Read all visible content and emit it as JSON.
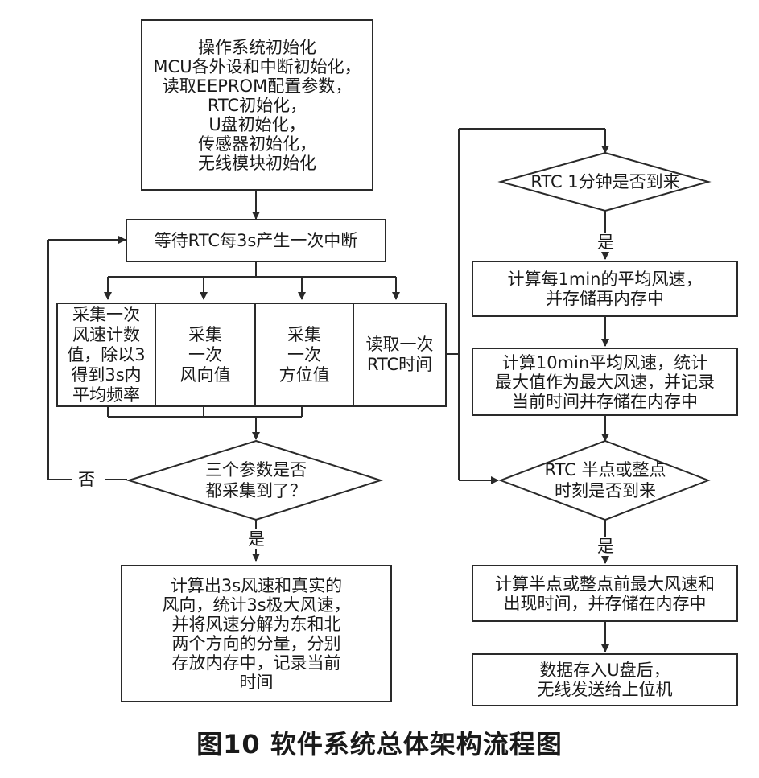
{
  "left": {
    "init_box": [
      "操作系统初始化",
      "MCU各外设和中断初始化，",
      "读取EEPROM配置参数，",
      "RTC初始化，",
      "U盘初始化，",
      "传感器初始化，",
      "无线模块初始化"
    ],
    "wait_box": "等待RTC每3s产生一次中断",
    "tasks": [
      [
        "采集一次",
        "风速计数",
        "值，除以3",
        "得到3s内",
        "平均频率"
      ],
      [
        "采集",
        "一次",
        "风向值"
      ],
      [
        "采集",
        "一次",
        "方位值"
      ],
      [
        "读取一次",
        "RTC时间"
      ]
    ],
    "decision": [
      "三个参数是否",
      "都采集到了？"
    ],
    "no_label": "否",
    "yes_label": "是",
    "result_box": [
      "计算出3s风速和真实的",
      "风向，统计3s极大风速，",
      "并将风速分解为东和北",
      "两个方向的分量，分别",
      "存放内存中，记录当前",
      "时间"
    ]
  },
  "right": {
    "decision1": "RTC 1分钟是否到来",
    "yes1": "是",
    "box1": [
      "计算每1min的平均风速，",
      "并存储再内存中"
    ],
    "box2": [
      "计算10min平均风速，统计",
      "最大值作为最大风速，并记录",
      "当前时间并存储在内存中"
    ],
    "decision2": [
      "RTC 半点或整点",
      "时刻是否到来"
    ],
    "yes2": "是",
    "box3": [
      "计算半点或整点前最大风速和",
      "出现时间，并存储在内存中"
    ],
    "box4": [
      "数据存入U盘后，",
      "无线发送给上位机"
    ]
  },
  "caption": "图10  软件系统总体架构流程图"
}
